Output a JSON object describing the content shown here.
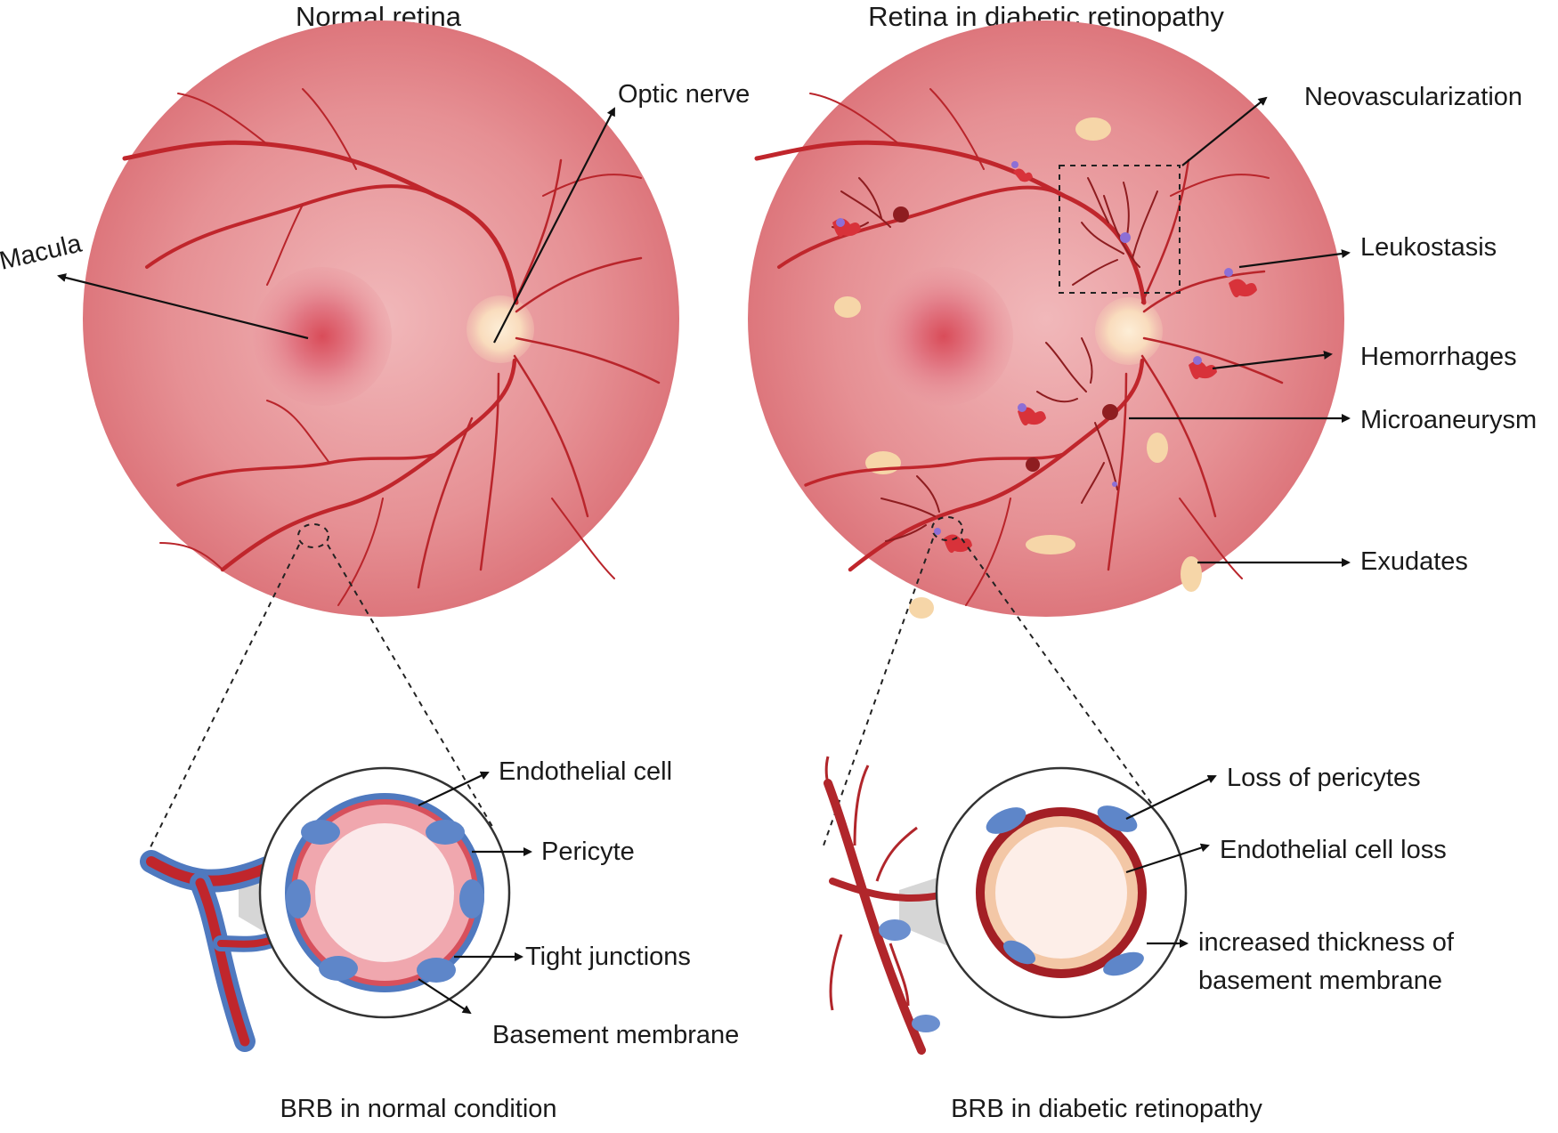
{
  "panels": {
    "normal": {
      "title": "Normal retina",
      "labels": {
        "macula": "Macula",
        "optic_nerve": "Optic nerve"
      },
      "inset": {
        "caption": "BRB in normal condition",
        "labels": {
          "endothelial_cell": "Endothelial cell",
          "pericyte": "Pericyte",
          "tight_junctions": "Tight junctions",
          "basement_membrane": "Basement membrane"
        }
      }
    },
    "diabetic": {
      "title": "Retina in diabetic retinopathy",
      "labels": {
        "neovascularization": "Neovascularization",
        "leukostasis": "Leukostasis",
        "hemorrhages": "Hemorrhages",
        "microaneurysm": "Microaneurysm",
        "exudates": "Exudates"
      },
      "inset": {
        "caption": "BRB in diabetic retinopathy",
        "labels": {
          "loss_of_pericytes": "Loss of pericytes",
          "endothelial_cell_loss": "Endothelial cell loss",
          "basement_line1": "increased  thickness of",
          "basement_line2": "basement membrane"
        }
      }
    }
  },
  "colors": {
    "retina": "#e27b80",
    "vessel": "#c0262c",
    "optic_disc": "#fbe3c4",
    "macula": "#d9505c",
    "pericyte": "#4f79bf",
    "exudate": "#f6d6a8",
    "leukocyte": "#8c6fd6"
  }
}
